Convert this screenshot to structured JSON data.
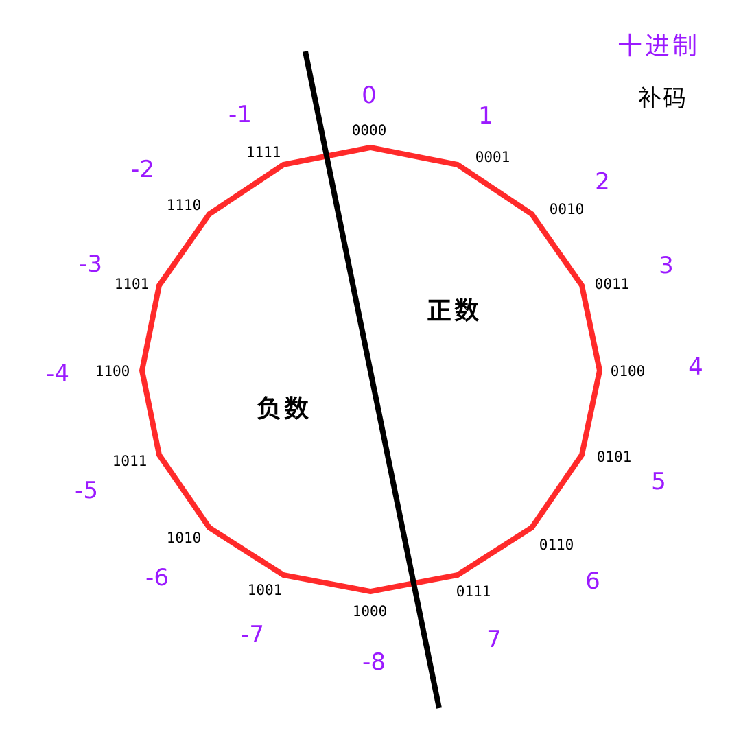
{
  "legend": {
    "decimal": "十进制",
    "binary": "补码"
  },
  "regions": {
    "positive": "正数",
    "negative": "负数"
  },
  "codes": [
    {
      "bin": "0000",
      "dec": "0"
    },
    {
      "bin": "0001",
      "dec": "1"
    },
    {
      "bin": "0010",
      "dec": "2"
    },
    {
      "bin": "0011",
      "dec": "3"
    },
    {
      "bin": "0100",
      "dec": "4"
    },
    {
      "bin": "0101",
      "dec": "5"
    },
    {
      "bin": "0110",
      "dec": "6"
    },
    {
      "bin": "0111",
      "dec": "7"
    },
    {
      "bin": "1000",
      "dec": "-8"
    },
    {
      "bin": "1001",
      "dec": "-7"
    },
    {
      "bin": "1010",
      "dec": "-6"
    },
    {
      "bin": "1011",
      "dec": "-5"
    },
    {
      "bin": "1100",
      "dec": "-4"
    },
    {
      "bin": "1101",
      "dec": "-3"
    },
    {
      "bin": "1110",
      "dec": "-2"
    },
    {
      "bin": "1111",
      "dec": "-1"
    }
  ],
  "colors": {
    "ring": "#ff2a2a",
    "divider": "#000000",
    "decimal": "#9b1aff",
    "binary": "#000000"
  }
}
